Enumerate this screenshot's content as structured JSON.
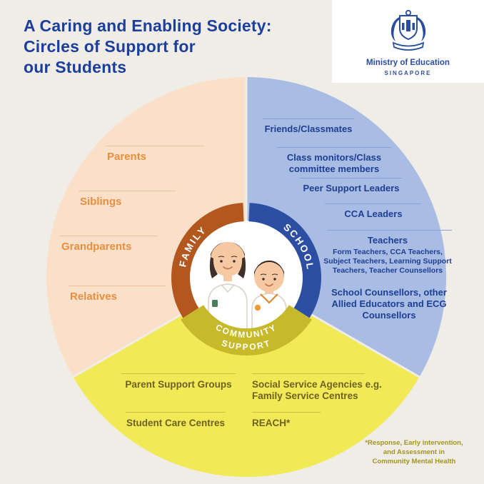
{
  "title": {
    "lines": [
      "A Caring and Enabling Society:",
      "Circles of Support for",
      "our Students"
    ]
  },
  "logo": {
    "org": "Ministry of Education",
    "country": "SINGAPORE"
  },
  "icons": {
    "moe_crest": "coat-of-arms-crest",
    "students": "two-students-illustration"
  },
  "circle": {
    "rings": {
      "family": "FAMILY",
      "school": "SCHOOL",
      "community_top": "COMMUNITY",
      "community_bottom": "SUPPORT"
    },
    "family": {
      "items": [
        "Parents",
        "Siblings",
        "Grandparents",
        "Relatives"
      ]
    },
    "school": {
      "items": [
        {
          "label": "Friends/Classmates"
        },
        {
          "label": "Class monitors/Class committee members"
        },
        {
          "label": "Peer Support Leaders"
        },
        {
          "label": "CCA Leaders"
        },
        {
          "label": "Teachers",
          "sub": "Form Teachers, CCA Teachers, Subject Teachers, Learning Support Teachers, Teacher Counsellors"
        },
        {
          "label": "School Counsellors, other Allied Educators and ECG Counsellors"
        }
      ]
    },
    "community": {
      "left_items": [
        "Parent Support Groups",
        "Student Care Centres"
      ],
      "right_items": [
        "Social Service Agencies e.g. Family Service Centres",
        "REACH*"
      ]
    }
  },
  "footnote": {
    "lines": [
      "*Response, Early intervention,",
      "and Assessment in",
      "Community Mental Health"
    ]
  },
  "colors": {
    "background": "#f0ede7",
    "title_blue": "#1b3f9b",
    "family_fill": "#fadfc9",
    "family_text": "#e6903f",
    "school_fill": "#a9bce4",
    "school_text": "#1c3f93",
    "community_fill": "#f1e955",
    "community_text": "#6e6124",
    "ring_family": "#b2571e",
    "ring_school": "#2c4ea3",
    "ring_community": "#c6ba2a",
    "logo_blue": "#2b4da0",
    "footnote_olive": "#a2941f"
  }
}
